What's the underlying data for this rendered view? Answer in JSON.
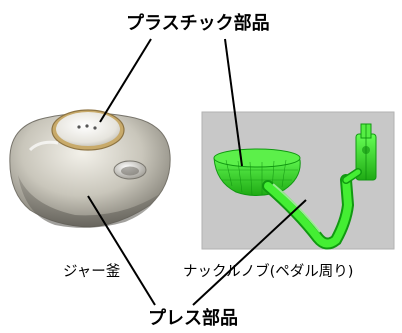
{
  "labels": {
    "plastic_parts": "プラスチック部品",
    "press_parts": "プレス部品",
    "jar": "ジャー釜",
    "knuckle_knob": "ナックルノブ(ペダル周り)"
  },
  "colors": {
    "cad_background": "#c8c8c8",
    "green_part": "#33dd22",
    "green_dark": "#119911",
    "jar_silver": "#c9c6bb",
    "jar_gold_ring": "#c8aa6a",
    "leader_line": "#000000"
  }
}
